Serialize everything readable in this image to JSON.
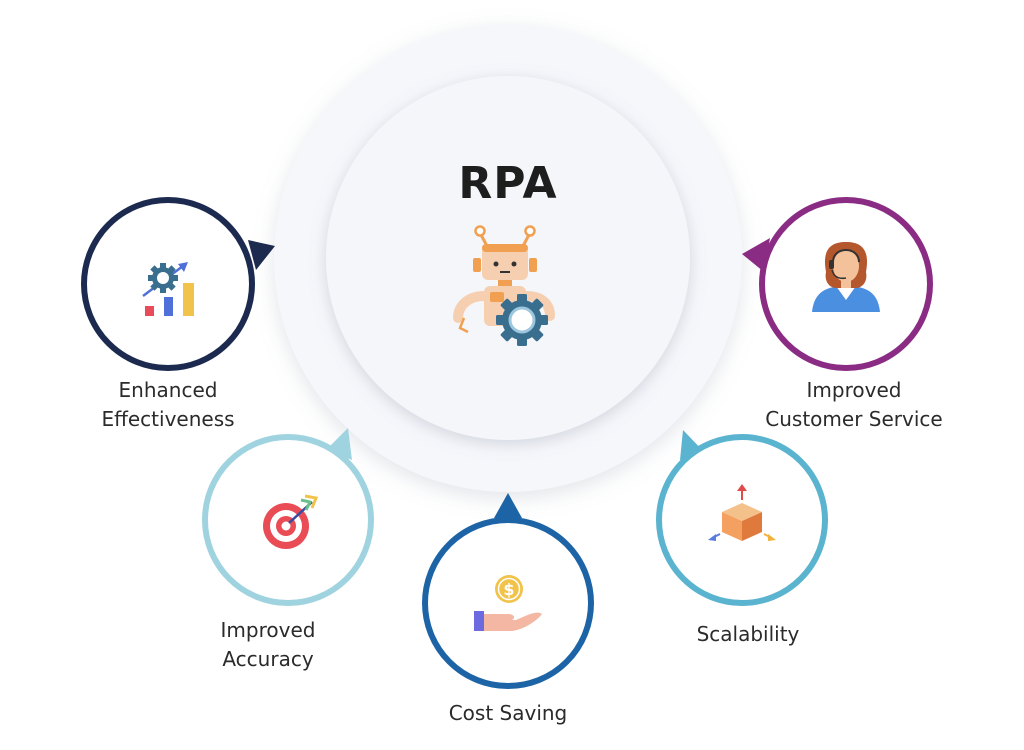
{
  "title": "RPA",
  "benefits": {
    "enhanced_effectiveness": {
      "line1": "Enhanced",
      "line2": "Effectiveness",
      "color": "#1c2a4f",
      "icon": "gear-growth-chart-icon"
    },
    "improved_customer_service": {
      "line1": "Improved",
      "line2": "Customer Service",
      "color": "#8b2c84",
      "icon": "customer-support-agent-icon"
    },
    "improved_accuracy": {
      "line1": "Improved",
      "line2": "Accuracy",
      "color": "#9fd3df",
      "icon": "target-arrow-icon"
    },
    "cost_saving": {
      "line1": "Cost Saving",
      "color": "#1d64a6",
      "icon": "hand-coin-icon"
    },
    "scalability": {
      "line1": "Scalability",
      "color": "#5ab3cf",
      "icon": "box-expand-icon"
    }
  },
  "center_icon": "robot-gear-icon"
}
